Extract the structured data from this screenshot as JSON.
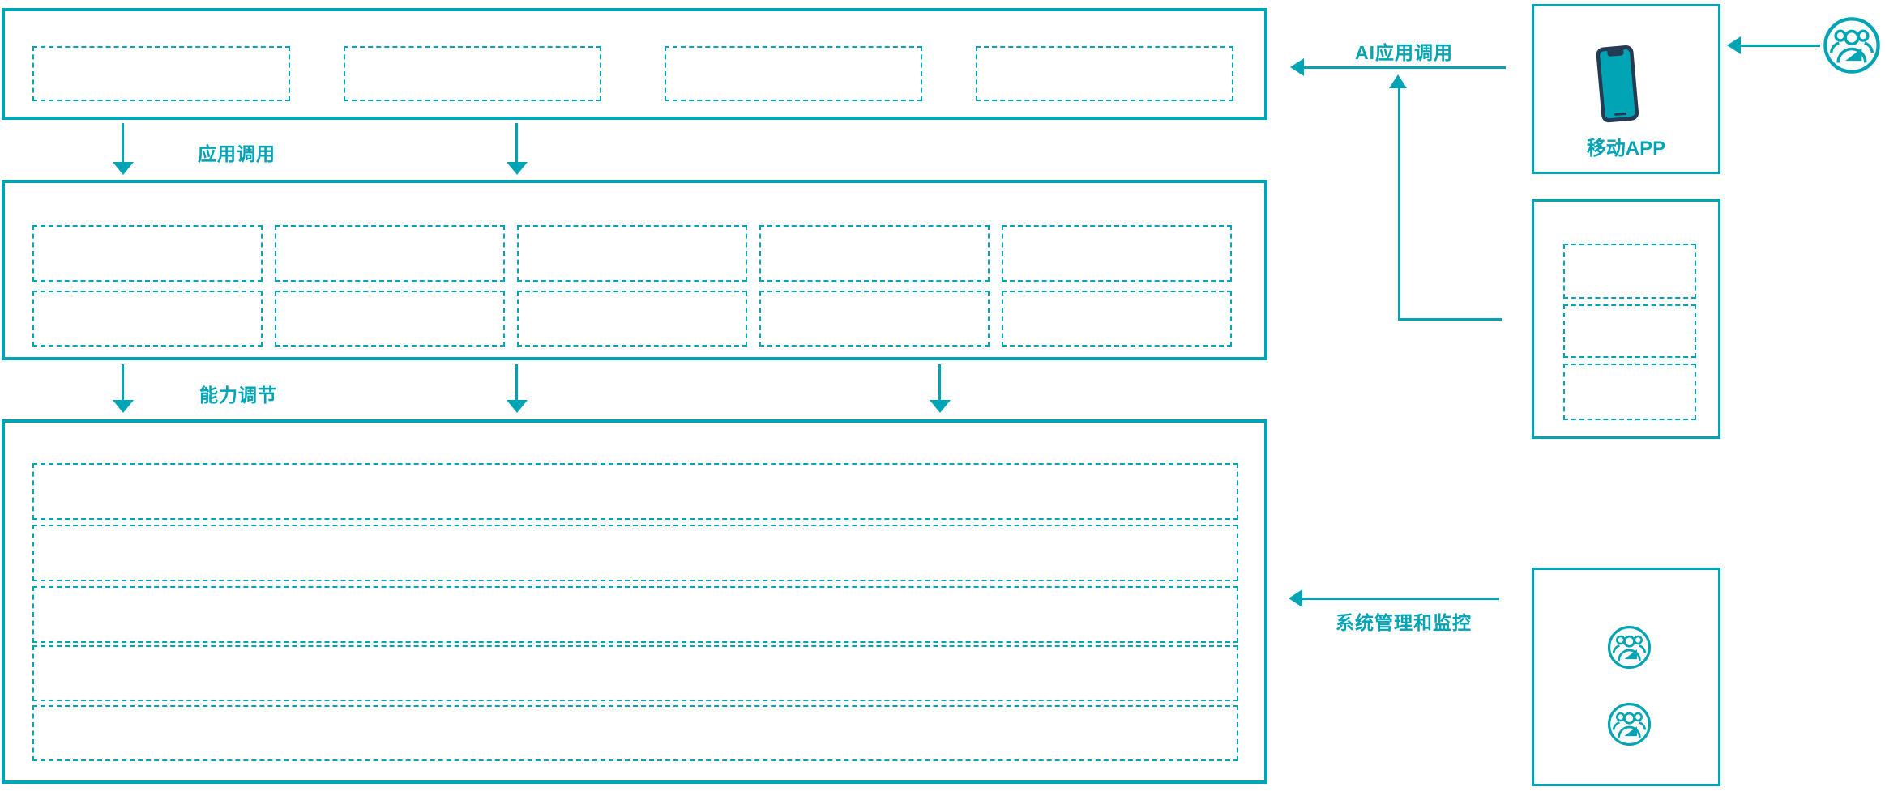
{
  "colors": {
    "accent": "#00a4b4",
    "phone_dark": "#243b53"
  },
  "flow_labels": {
    "app_call": "应用调用",
    "capability_adjust": "能力调节",
    "ai_app_call": "AI应用调用",
    "system_management": "系统管理和监控"
  },
  "right_panels": {
    "mobile_app_label": "移动APP"
  },
  "structure": {
    "top_layer_placeholders": 4,
    "middle_layer_rows": 2,
    "middle_layer_cols": 5,
    "bottom_layer_rows": 5,
    "api_panel_placeholders": 3,
    "monitor_panel_user_icons": 2
  }
}
